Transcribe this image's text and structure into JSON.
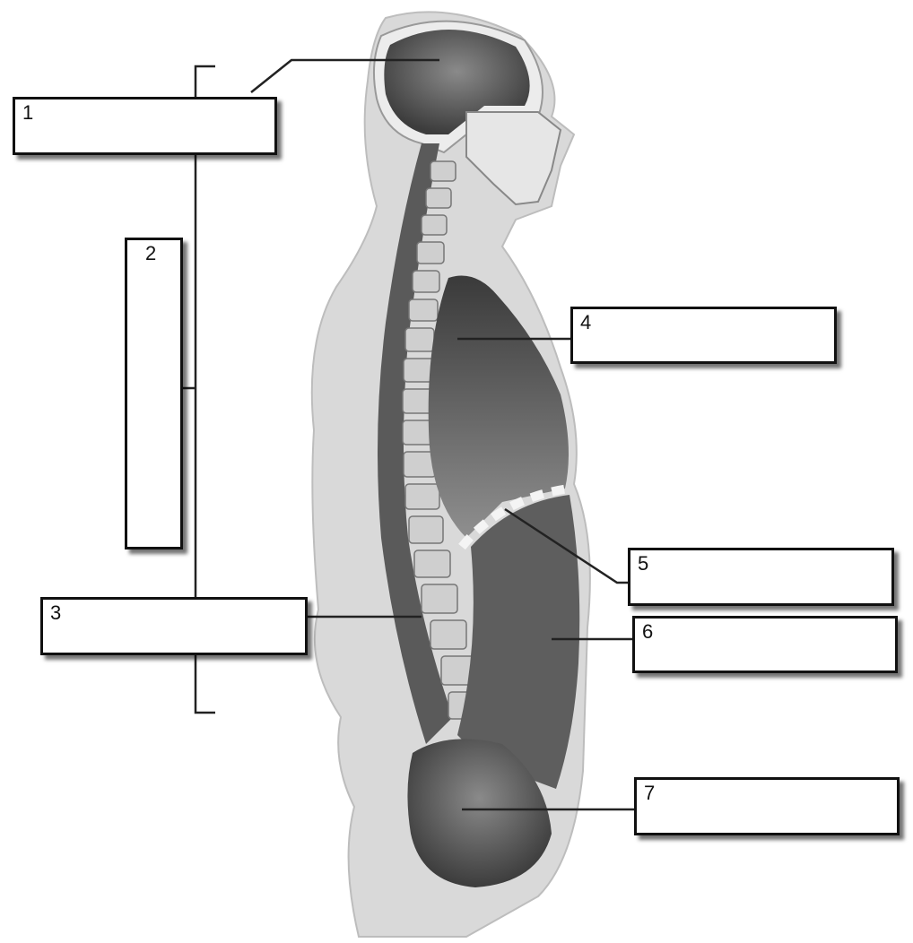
{
  "labels": [
    {
      "number": "1",
      "answer": ""
    },
    {
      "number": "2",
      "answer": ""
    },
    {
      "number": "3",
      "answer": ""
    },
    {
      "number": "4",
      "answer": ""
    },
    {
      "number": "5",
      "answer": ""
    },
    {
      "number": "6",
      "answer": ""
    },
    {
      "number": "7",
      "answer": ""
    }
  ]
}
